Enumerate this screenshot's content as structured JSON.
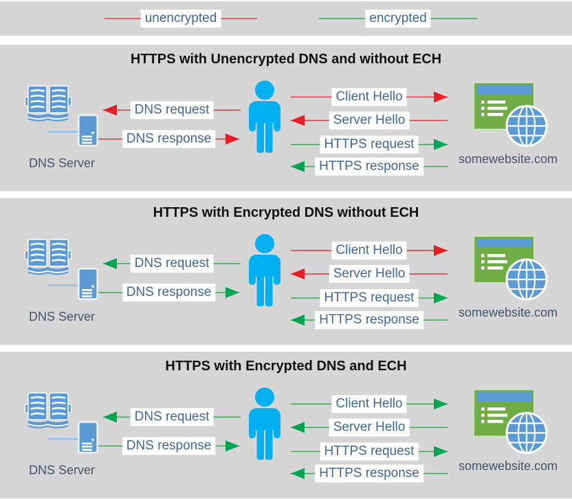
{
  "colors": {
    "panel_bg": "#d6d6d6",
    "icon_blue": "#5b9bd5",
    "person_blue": "#00b0f0",
    "website_green": "#70ad47",
    "label_text": "#3f6796",
    "caption_text": "#44546a",
    "connector_blue": "#9dc3e6",
    "red_line": "#e05c5f",
    "red_head": "#ec1c24",
    "green_line": "#5cb96b",
    "green_head": "#00a650"
  },
  "legend": {
    "unencrypted": {
      "label": "unencrypted",
      "line_color": "#e05c5f"
    },
    "encrypted": {
      "label": "encrypted",
      "line_color": "#5cb96b"
    }
  },
  "panels": [
    {
      "title": "HTTPS with Unencrypted DNS and without ECH",
      "dns_server_label": "DNS Server",
      "website_label": "somewebsite.com",
      "arrows": {
        "dns_request": {
          "label": "DNS request",
          "dir": "left",
          "line_color": "#e05c5f",
          "head_color": "#ec1c24"
        },
        "dns_response": {
          "label": "DNS response",
          "dir": "right",
          "line_color": "#e05c5f",
          "head_color": "#ec1c24"
        },
        "client_hello": {
          "label": "Client Hello",
          "dir": "right",
          "line_color": "#e05c5f",
          "head_color": "#ec1c24"
        },
        "server_hello": {
          "label": "Server Hello",
          "dir": "left",
          "line_color": "#e05c5f",
          "head_color": "#ec1c24"
        },
        "https_request": {
          "label": "HTTPS request",
          "dir": "right",
          "line_color": "#5cb96b",
          "head_color": "#00a650"
        },
        "https_response": {
          "label": "HTTPS response",
          "dir": "left",
          "line_color": "#5cb96b",
          "head_color": "#00a650"
        }
      }
    },
    {
      "title": "HTTPS with Encrypted DNS without ECH",
      "dns_server_label": "DNS Server",
      "website_label": "somewebsite.com",
      "arrows": {
        "dns_request": {
          "label": "DNS request",
          "dir": "left",
          "line_color": "#5cb96b",
          "head_color": "#00a650"
        },
        "dns_response": {
          "label": "DNS response",
          "dir": "right",
          "line_color": "#5cb96b",
          "head_color": "#00a650"
        },
        "client_hello": {
          "label": "Client Hello",
          "dir": "right",
          "line_color": "#e05c5f",
          "head_color": "#ec1c24"
        },
        "server_hello": {
          "label": "Server Hello",
          "dir": "left",
          "line_color": "#e05c5f",
          "head_color": "#ec1c24"
        },
        "https_request": {
          "label": "HTTPS request",
          "dir": "right",
          "line_color": "#5cb96b",
          "head_color": "#00a650"
        },
        "https_response": {
          "label": "HTTPS response",
          "dir": "left",
          "line_color": "#5cb96b",
          "head_color": "#00a650"
        }
      }
    },
    {
      "title": "HTTPS with Encrypted DNS and ECH",
      "dns_server_label": "DNS Server",
      "website_label": "somewebsite.com",
      "arrows": {
        "dns_request": {
          "label": "DNS request",
          "dir": "left",
          "line_color": "#5cb96b",
          "head_color": "#00a650"
        },
        "dns_response": {
          "label": "DNS response",
          "dir": "right",
          "line_color": "#5cb96b",
          "head_color": "#00a650"
        },
        "client_hello": {
          "label": "Client Hello",
          "dir": "right",
          "line_color": "#5cb96b",
          "head_color": "#00a650"
        },
        "server_hello": {
          "label": "Server Hello",
          "dir": "left",
          "line_color": "#5cb96b",
          "head_color": "#00a650"
        },
        "https_request": {
          "label": "HTTPS request",
          "dir": "right",
          "line_color": "#5cb96b",
          "head_color": "#00a650"
        },
        "https_response": {
          "label": "HTTPS response",
          "dir": "left",
          "line_color": "#5cb96b",
          "head_color": "#00a650"
        }
      }
    }
  ]
}
